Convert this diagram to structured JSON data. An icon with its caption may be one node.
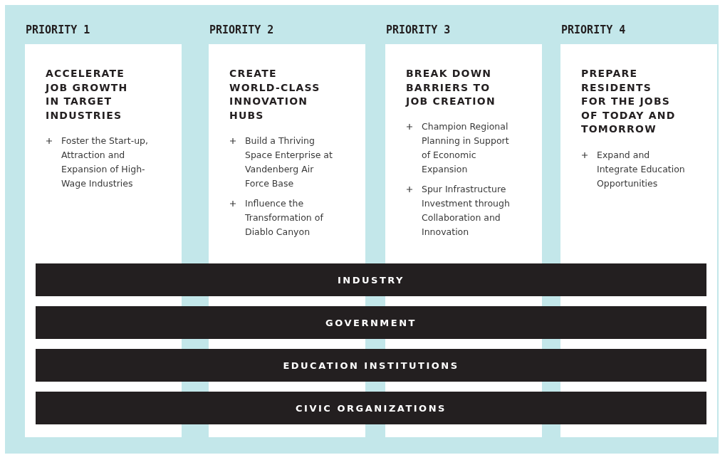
{
  "diagram": {
    "nodes": [
      {
        "text": [
          "PRIORITY 1",
          "ACCELERATE JOB GROWTH IN TARGET INDUSTRIES",
          "Foster the Start-up, Attraction and Expansion of High-Wage Industries"
        ]
      },
      {
        "text": [
          "PRIORITY 2",
          "CREATE WORLD-CLASS INNOVATION HUBS",
          "Build a Thriving Space Enterprise at Vandenberg Air Force Base",
          "Influence the Transformation of Diablo Canyon"
        ]
      },
      {
        "text": [
          "PRIORITY 3",
          "BREAK DOWN BARRIERS TO JOB CREATION",
          "Champion Regional Planning in Support of Economic Expansion",
          "Spur Infrastructure Investment through Collaboration and Innovation"
        ]
      },
      {
        "text": [
          "PRIORITY 4",
          "PREPARE RESIDENTS FOR THE JOBS OF TODAY AND TOMORROW",
          "Expand and Integrate Education Opportunities"
        ]
      },
      {
        "text": [
          "INDUSTRY"
        ]
      },
      {
        "text": [
          "GOVERNMENT"
        ]
      },
      {
        "text": [
          "EDUCATION INSTITUTIONS"
        ]
      },
      {
        "text": [
          "CIVIC ORGANIZATIONS"
        ]
      }
    ],
    "edges": []
  }
}
